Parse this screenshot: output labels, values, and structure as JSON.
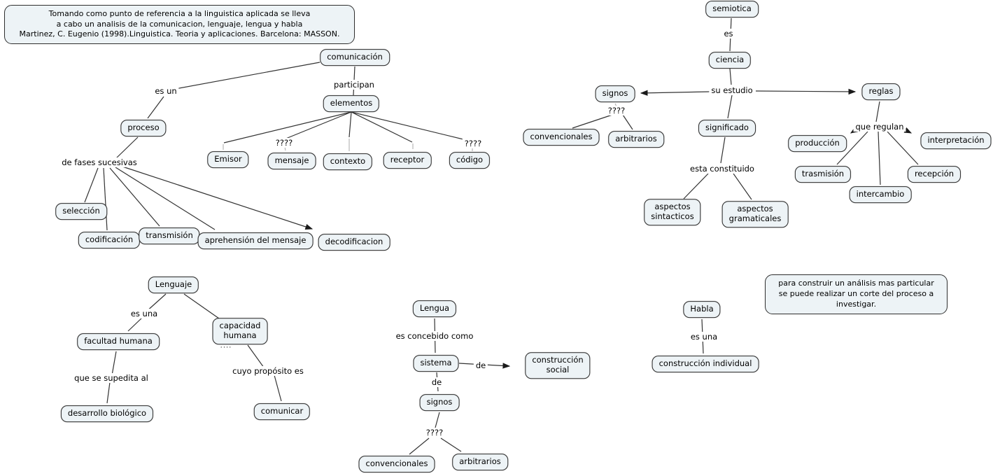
{
  "colors": {
    "node_fill": "#edf3f6",
    "node_border": "#2e2e2e",
    "line": "#333333",
    "dash": "#a8a8a8",
    "background": "#ffffff"
  },
  "notes": {
    "reference": "Tomando como punto de referencia a la linguistica aplicada se lleva\na cabo un analisis de la comunicacion, lenguaje, lengua y habla\nMartinez, C. Eugenio (1998).Linguistica. Teoria y aplicaciones. Barcelona: MASSON.",
    "analysis": "para construir un análisis mas particular\nse puede realizar un corte del proceso a\ninvestigar."
  },
  "comunicacion": {
    "root": "comunicación",
    "es_un": "es un",
    "proceso": "proceso",
    "participan": "participan",
    "elementos": "elementos",
    "de_fases": "de fases sucesivas",
    "seleccion": "selección",
    "codificacion": "codificación",
    "transmision": "transmisión",
    "aprehension": "aprehensión del mensaje",
    "decodificacion": "decodificacion",
    "emisor": "Emisor",
    "q_mensaje": "????",
    "mensaje": "mensaje",
    "contexto": "contexto",
    "receptor": "receptor",
    "q_codigo": "????",
    "codigo": "código"
  },
  "semiotica": {
    "root": "semiotica",
    "es": "es",
    "ciencia": "ciencia",
    "su_estudio": "su estudio",
    "signos": "signos",
    "q_signos": "????",
    "convencionales": "convencionales",
    "arbitrarios": "arbitrarios",
    "significado": "significado",
    "esta_constituido": "esta constituido",
    "aspectos_sintacticos": "aspectos\nsintacticos",
    "aspectos_gramaticales": "aspectos\ngramaticales",
    "reglas": "reglas",
    "que_regulan": "que regulan",
    "produccion": "producción",
    "trasmision": "trasmisión",
    "intercambio": "intercambio",
    "recepcion": "recepción",
    "interpretacion": "interpretación"
  },
  "lenguaje": {
    "root": "Lenguaje",
    "es_una": "es una",
    "facultad": "facultad humana",
    "capacidad": "capacidad\nhumana",
    "capacidad_dots": "....",
    "supedita": "que se supedita al",
    "proposito": "cuyo propósito es",
    "desarrollo": "desarrollo biológico",
    "comunicar": "comunicar"
  },
  "lengua": {
    "root": "Lengua",
    "concebido": "es concebido como",
    "sistema": "sistema",
    "de_social": "de",
    "construccion_social": "construcción\nsocial",
    "de_signos": "de",
    "signos": "signos",
    "q_signos": "????",
    "convencionales": "convencionales",
    "arbitrarios": "arbitrarios"
  },
  "habla": {
    "root": "Habla",
    "es_una": "es una",
    "construccion_individual": "construcción individual"
  }
}
